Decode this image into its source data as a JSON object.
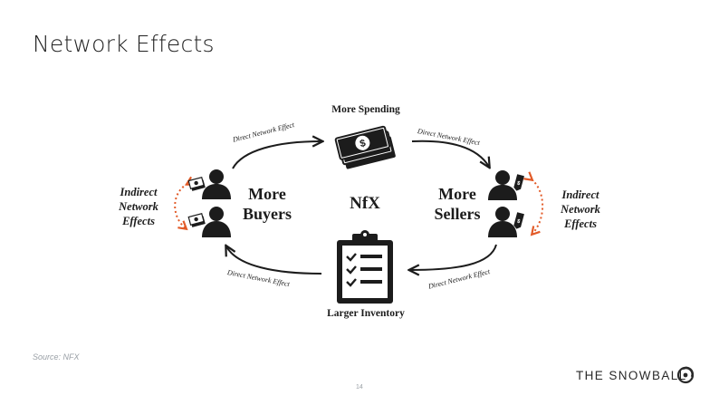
{
  "slide": {
    "title": "Network Effects",
    "source": "Source: NFX",
    "page_number": "14",
    "brand": "THE SNOWBALL"
  },
  "diagram": {
    "top_label": "More Spending",
    "bottom_label": "Larger Inventory",
    "center_logo": "NfX",
    "left_node": {
      "line1": "More",
      "line2": "Buyers"
    },
    "right_node": {
      "line1": "More",
      "line2": "Sellers"
    },
    "left_indirect": {
      "line1": "Indirect",
      "line2": "Network",
      "line3": "Effects"
    },
    "right_indirect": {
      "line1": "Indirect",
      "line2": "Network",
      "line3": "Effects"
    },
    "edge_label": "Direct Network Effect",
    "colors": {
      "dark": "#1c1c1c",
      "accent": "#e25a27"
    }
  }
}
